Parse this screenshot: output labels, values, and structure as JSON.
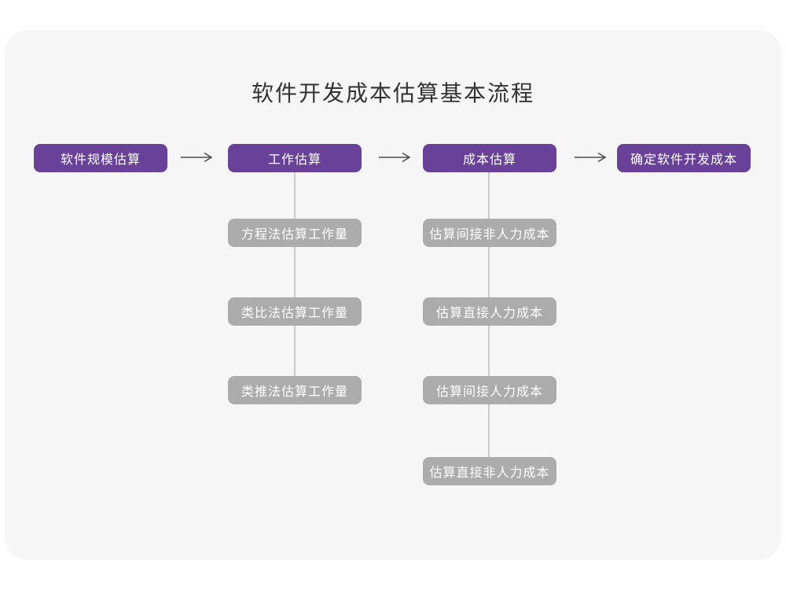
{
  "title": "软件开发成本估算基本流程",
  "colors": {
    "canvas": "#ffffff",
    "card": "#f6f6f6",
    "primary": "#6a4199",
    "secondary": "#acacac",
    "arrow": "#4d4d4d",
    "connector": "#cccccc",
    "title_text": "#333333",
    "node_text": "#ffffff"
  },
  "flow": {
    "steps": [
      {
        "label": "软件规模估算"
      },
      {
        "label": "工作估算"
      },
      {
        "label": "成本估算"
      },
      {
        "label": "确定软件开发成本"
      }
    ]
  },
  "branches": {
    "work": {
      "parent": "工作估算",
      "items": [
        "方程法估算工作量",
        "类比法估算工作量",
        "类推法估算工作量"
      ]
    },
    "cost": {
      "parent": "成本估算",
      "items": [
        "估算间接非人力成本",
        "估算直接人力成本",
        "估算间接人力成本",
        "估算直接非人力成本"
      ]
    }
  }
}
